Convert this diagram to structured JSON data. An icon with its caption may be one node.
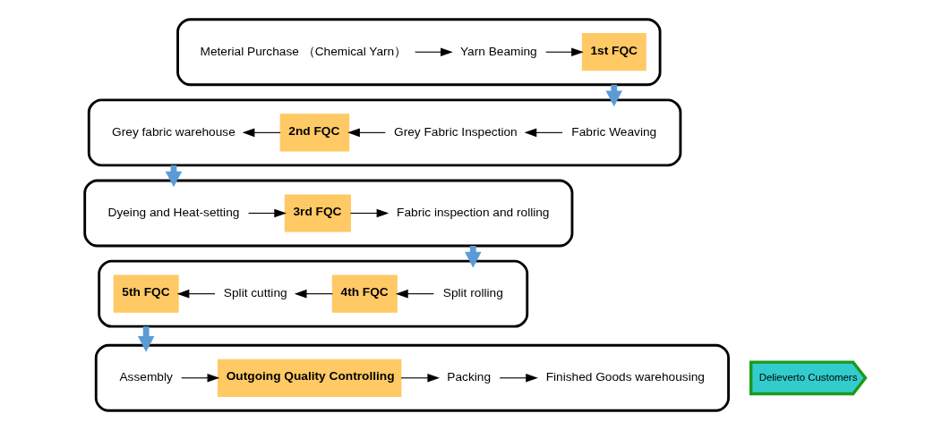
{
  "diagram": {
    "nodes": [
      {
        "text": [],
        "shape": "box"
      },
      {
        "text": [
          "Meterial Purchase （Chemical Yarn）"
        ],
        "in": 0
      },
      {
        "text": [
          "Yarn Beaming"
        ],
        "in": 0
      },
      {
        "text": [
          "1st FQC"
        ],
        "in": 0
      },
      {
        "text": [],
        "shape": "box"
      },
      {
        "text": [
          "Grey fabric warehouse"
        ],
        "in": 4
      },
      {
        "text": [
          "2nd FQC"
        ],
        "in": 4
      },
      {
        "text": [
          "Grey Fabric Inspection"
        ],
        "in": 4
      },
      {
        "text": [
          "Fabric Weaving"
        ],
        "in": 4
      },
      {
        "text": [],
        "shape": "box"
      },
      {
        "text": [
          "Dyeing and Heat-setting"
        ],
        "in": 9
      },
      {
        "text": [
          "3rd FQC"
        ],
        "in": 9
      },
      {
        "text": [
          "Fabric inspection and rolling"
        ],
        "in": 9
      },
      {
        "text": [],
        "shape": "box"
      },
      {
        "text": [
          "5th FQC"
        ],
        "in": 13
      },
      {
        "text": [
          "Split cutting"
        ],
        "in": 13
      },
      {
        "text": [
          "4th FQC"
        ],
        "in": 13
      },
      {
        "text": [
          "Split rolling"
        ],
        "in": 13
      },
      {
        "text": [],
        "shape": "box"
      },
      {
        "text": [
          "Assembly"
        ],
        "in": 18
      },
      {
        "text": [
          "Outgoing Quality Controlling"
        ],
        "in": 18
      },
      {
        "text": [
          "Packing"
        ],
        "in": 18
      },
      {
        "text": [
          "Finished Goods warehousing"
        ],
        "in": 18
      },
      {
        "text": [
          "Delieverto Customers"
        ]
      }
    ],
    "edges": [
      {
        "from": 1,
        "to": 2,
        "arrow": "to"
      },
      {
        "from": 2,
        "to": 3,
        "arrow": "to"
      },
      {
        "from": 0,
        "to": 4,
        "arrow": "to",
        "style": "thick",
        "color": "#5b9bd5"
      },
      {
        "from": 8,
        "to": 7,
        "arrow": "to"
      },
      {
        "from": 7,
        "to": 6,
        "arrow": "to"
      },
      {
        "from": 6,
        "to": 5,
        "arrow": "to"
      },
      {
        "from": 4,
        "to": 9,
        "arrow": "to",
        "style": "thick",
        "color": "#5b9bd5"
      },
      {
        "from": 10,
        "to": 11,
        "arrow": "to"
      },
      {
        "from": 11,
        "to": 12,
        "arrow": "to"
      },
      {
        "from": 9,
        "to": 13,
        "arrow": "to",
        "style": "thick",
        "color": "#5b9bd5"
      },
      {
        "from": 17,
        "to": 16,
        "arrow": "to"
      },
      {
        "from": 16,
        "to": 15,
        "arrow": "to"
      },
      {
        "from": 15,
        "to": 14,
        "arrow": "to"
      },
      {
        "from": 13,
        "to": 18,
        "arrow": "to",
        "style": "thick",
        "color": "#5b9bd5"
      },
      {
        "from": 19,
        "to": 20,
        "arrow": "to"
      },
      {
        "from": 20,
        "to": 21,
        "arrow": "to"
      },
      {
        "from": 21,
        "to": 22,
        "arrow": "to"
      }
    ]
  }
}
